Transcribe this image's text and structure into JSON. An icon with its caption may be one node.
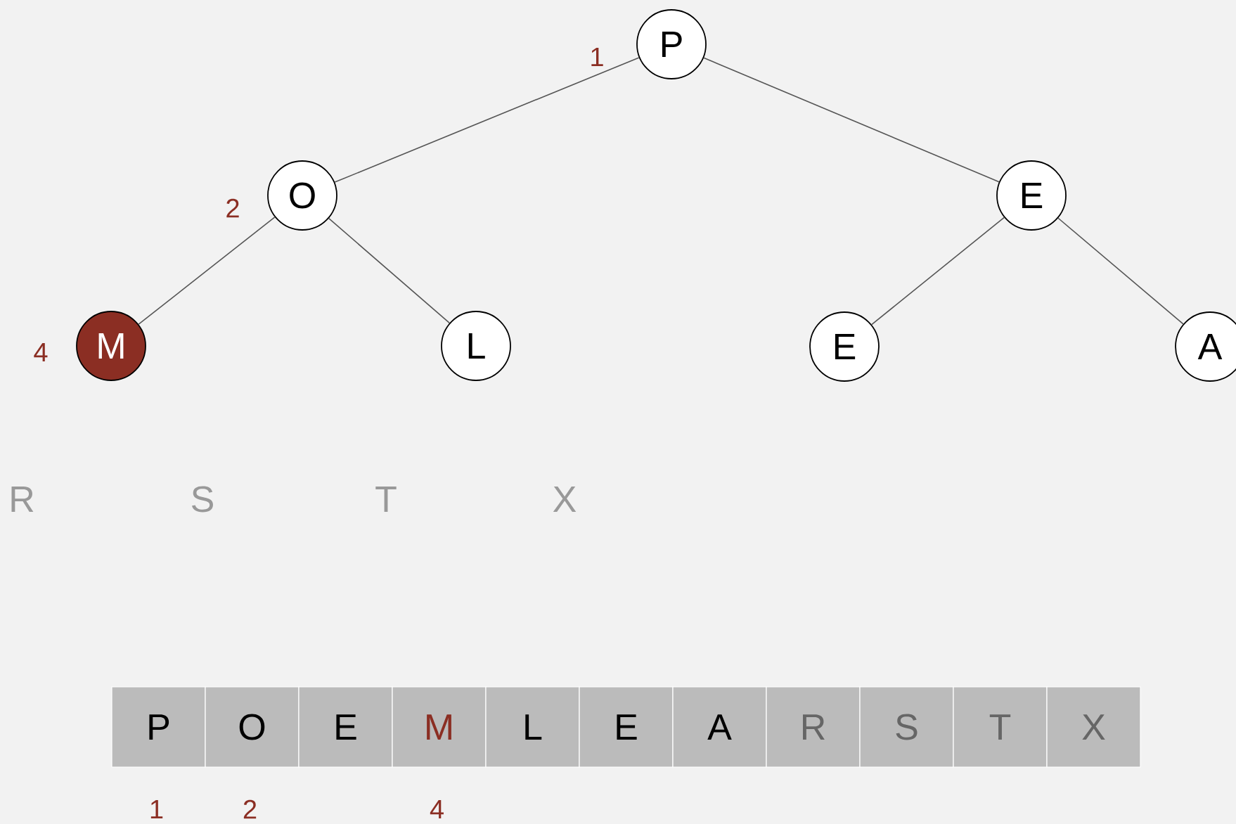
{
  "diagram": {
    "nodes": [
      {
        "text": [
          "P"
        ],
        "beside": [
          "1"
        ]
      },
      {
        "text": [
          "O"
        ],
        "beside": [
          "2"
        ]
      },
      {
        "text": [
          "E"
        ]
      },
      {
        "text": [
          "M"
        ],
        "beside": [
          "4"
        ]
      },
      {
        "text": [
          "L"
        ]
      },
      {
        "text": [
          "E"
        ]
      },
      {
        "text": [
          "A"
        ]
      }
    ],
    "edges": [
      {
        "from": 0,
        "to": 1,
        "arrow": "none"
      },
      {
        "from": 0,
        "to": 2,
        "arrow": "none"
      },
      {
        "from": 1,
        "to": 3,
        "arrow": "none"
      },
      {
        "from": 1,
        "to": 4,
        "arrow": "none"
      },
      {
        "from": 2,
        "to": 5,
        "arrow": "none"
      },
      {
        "from": 2,
        "to": 6,
        "arrow": "none"
      }
    ],
    "labels": [
      "R",
      "S",
      "T",
      "X",
      "P",
      "O",
      "E",
      "M",
      "L",
      "E",
      "A",
      "R",
      "S",
      "T",
      "X",
      "1",
      "2",
      "4"
    ]
  }
}
